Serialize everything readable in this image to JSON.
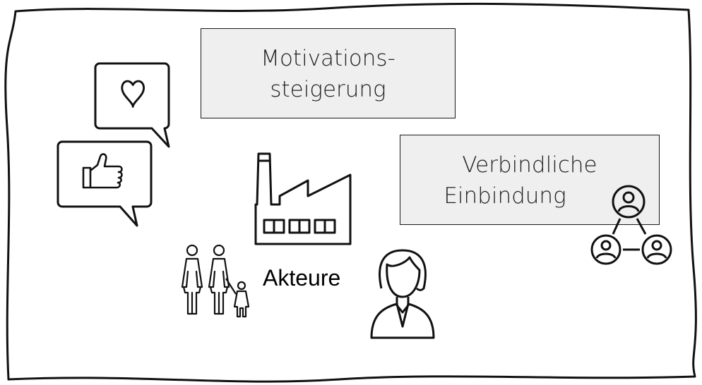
{
  "boxes": {
    "motivation": {
      "line1": "Motivations-",
      "line2": "steigerung"
    },
    "binding": {
      "line1": "Verbindliche",
      "line2": "Einbindung"
    }
  },
  "actors_label": "Akteure",
  "icons": [
    "heart-speech-bubble-icon",
    "thumbs-up-speech-bubble-icon",
    "factory-icon",
    "family-icon",
    "woman-avatar-icon",
    "network-people-icon"
  ],
  "colors": {
    "box_fill": "#efefef",
    "stroke": "#1a1a1a",
    "background": "#ffffff"
  }
}
